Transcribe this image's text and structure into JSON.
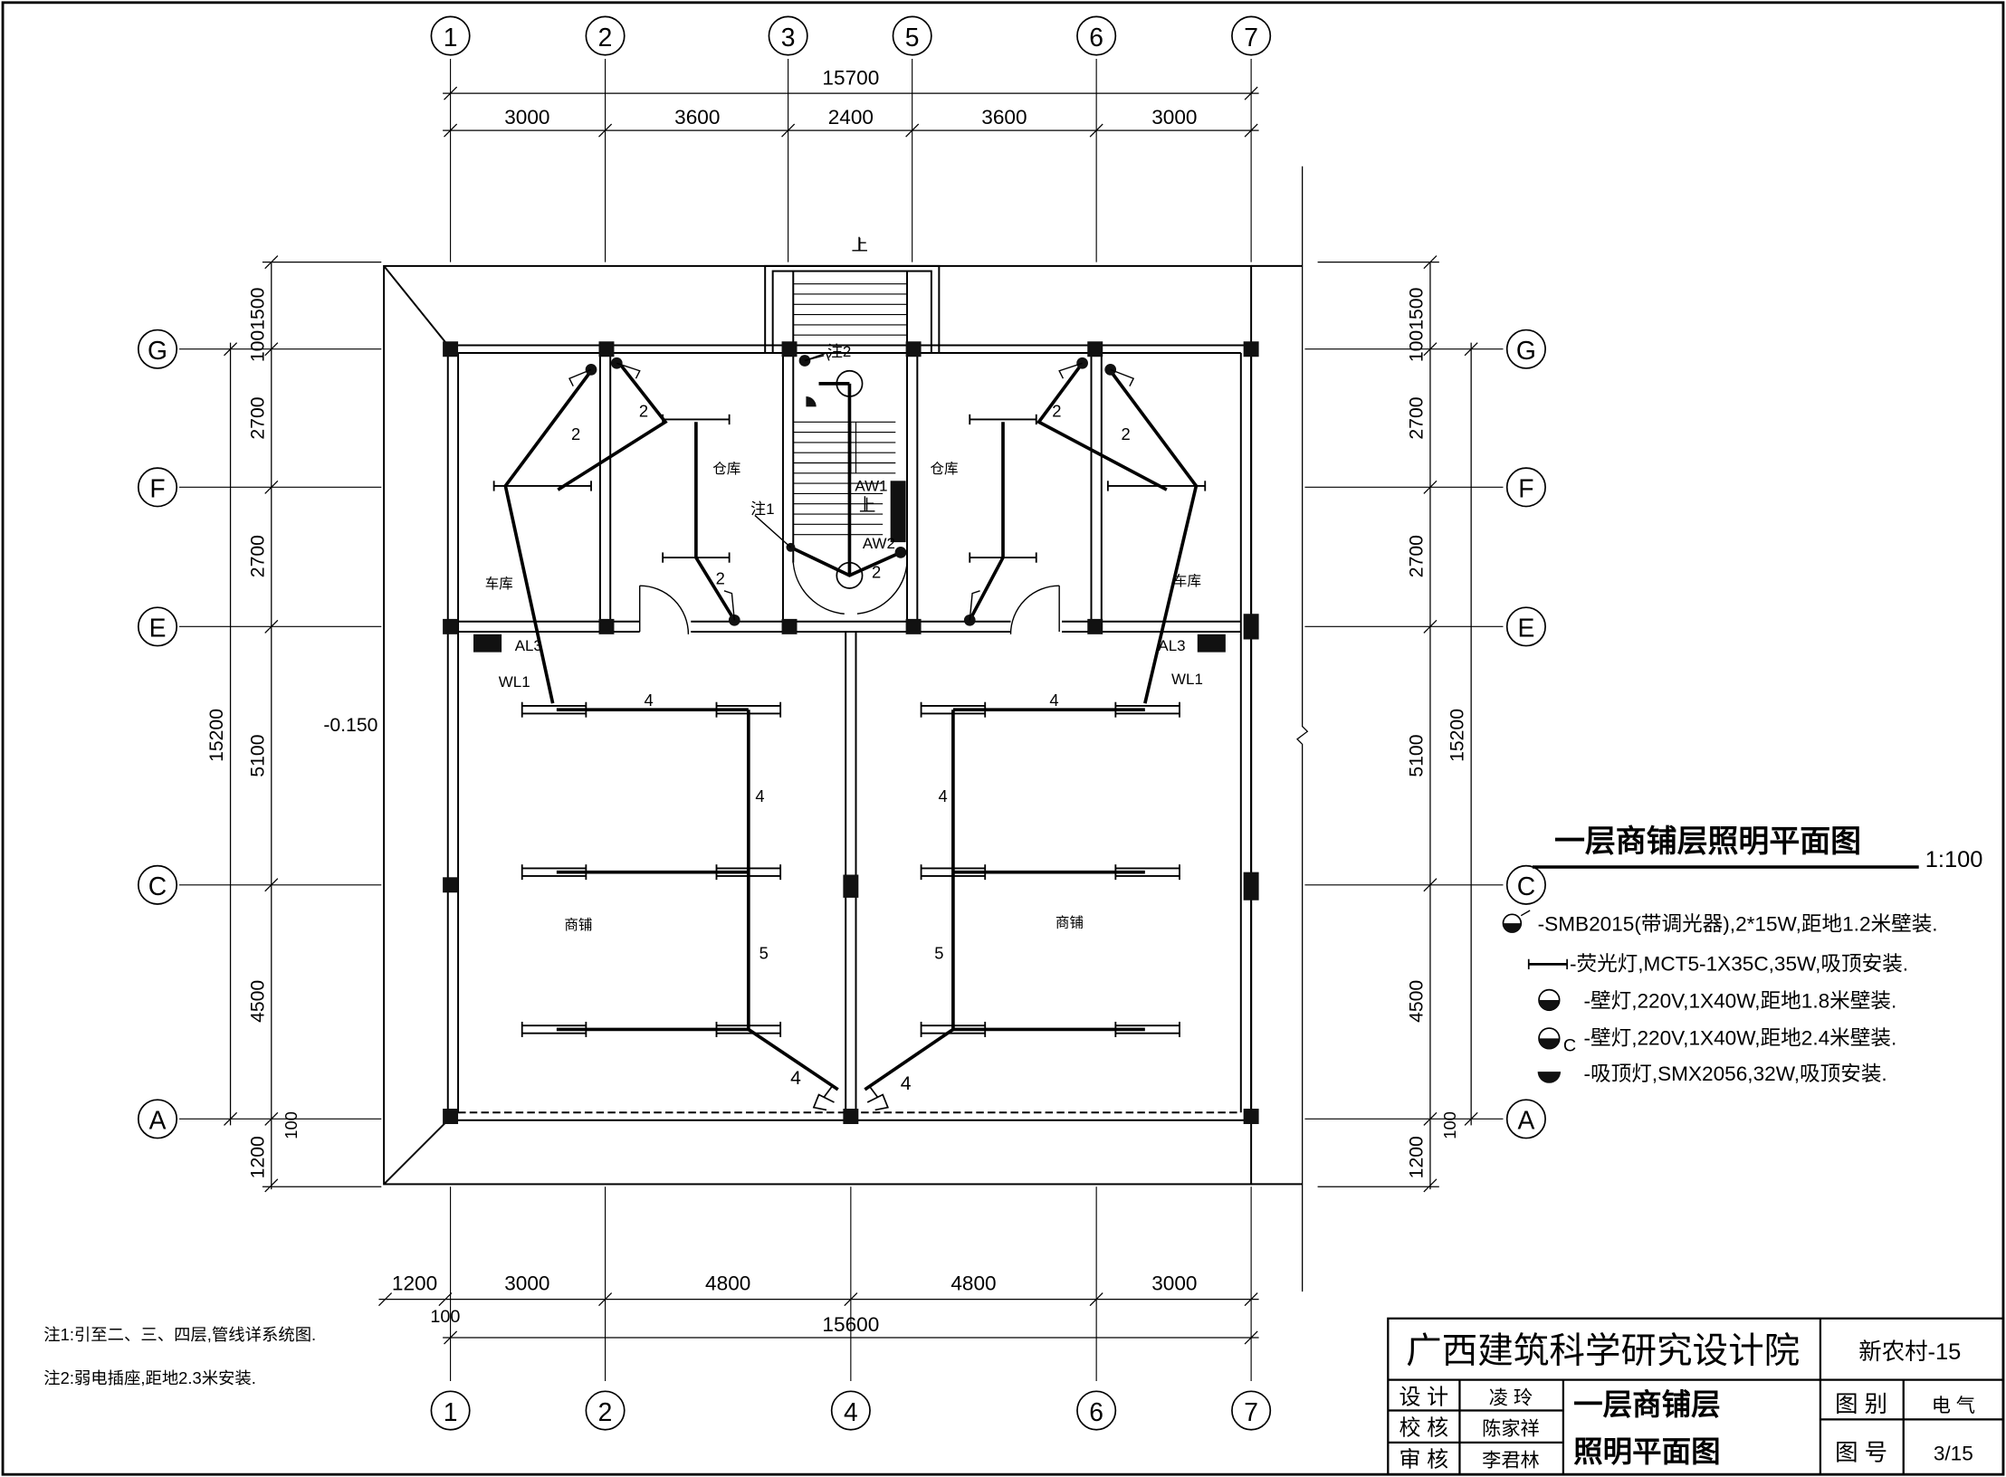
{
  "axes": {
    "top_labels": [
      "1",
      "2",
      "3",
      "5",
      "6",
      "7"
    ],
    "bottom_labels": [
      "1",
      "2",
      "4",
      "6",
      "7"
    ],
    "left_labels": [
      "G",
      "F",
      "E",
      "C",
      "A"
    ],
    "right_labels": [
      "G",
      "F",
      "E",
      "C",
      "A"
    ]
  },
  "dimensions": {
    "top_total": "15700",
    "top_segments": [
      "3000",
      "3600",
      "2400",
      "3600",
      "3000"
    ],
    "bottom_total": "15600",
    "bottom_segments": [
      "1200",
      "3000",
      "4800",
      "4800",
      "3000"
    ],
    "bottom_offset": "100",
    "left_total": "15200",
    "left_segments": [
      "1001500",
      "2700",
      "2700",
      "5100",
      "4500",
      "1200",
      "100"
    ],
    "right_total": "15200",
    "right_segments": [
      "1001500",
      "2700",
      "2700",
      "5100",
      "4500",
      "1200",
      "100"
    ]
  },
  "rooms": {
    "warehouse_left": "仓库",
    "warehouse_right": "仓库",
    "garage_left": "车库",
    "garage_right": "车库",
    "shop_left": "商铺",
    "shop_right": "商铺"
  },
  "annotations": {
    "stair_up_top": "上",
    "stair_up_mid": "上",
    "level": "-0.150",
    "note1_tag": "注1",
    "note2_tag": "注2",
    "aw1": "AW1",
    "aw2": "AW2",
    "al3_left": "AL3",
    "al3_right": "AL3",
    "wl1_left": "WL1",
    "wl1_right": "WL1"
  },
  "wire_counts": {
    "left_upper_a": "2",
    "left_upper_b": "2",
    "left_store": "2",
    "stair": "2",
    "right_upper_a": "2",
    "right_upper_b": "2",
    "left_shop_top": "4",
    "left_shop_v1": "4",
    "left_shop_v2": "5",
    "left_shop_bottom": "4",
    "right_shop_top": "4",
    "right_shop_v1": "4",
    "right_shop_v2": "5",
    "right_shop_bottom": "4"
  },
  "title": {
    "text": "一层商铺层照明平面图",
    "scale": "1:100"
  },
  "legend": [
    "-SMB2015(带调光器),2*15W,距地1.2米壁装.",
    "-荧光灯,MCT5-1X35C,35W,吸顶安装.",
    "-壁灯,220V,1X40W,距地1.8米壁装.",
    "-壁灯,220V,1X40W,距地2.4米壁装.",
    "-吸顶灯,SMX2056,32W,吸顶安装."
  ],
  "legend_c_mark": "C",
  "notes": [
    "注1:引至二、三、四层,管线详系统图.",
    "注2:弱电插座,距地2.3米安装."
  ],
  "title_block": {
    "institute": "广西建筑科学研究设计院",
    "project": "新农村-15",
    "design_label": "设 计",
    "design_name": "凌 玲",
    "check_label": "校 核",
    "check_name": "陈家祥",
    "review_label": "审 核",
    "review_name": "李君林",
    "drawing_name_1": "一层商铺层",
    "drawing_name_2": "照明平面图",
    "category_label": "图 别",
    "category_value": "电 气",
    "number_label": "图 号",
    "number_value": "3/15"
  }
}
